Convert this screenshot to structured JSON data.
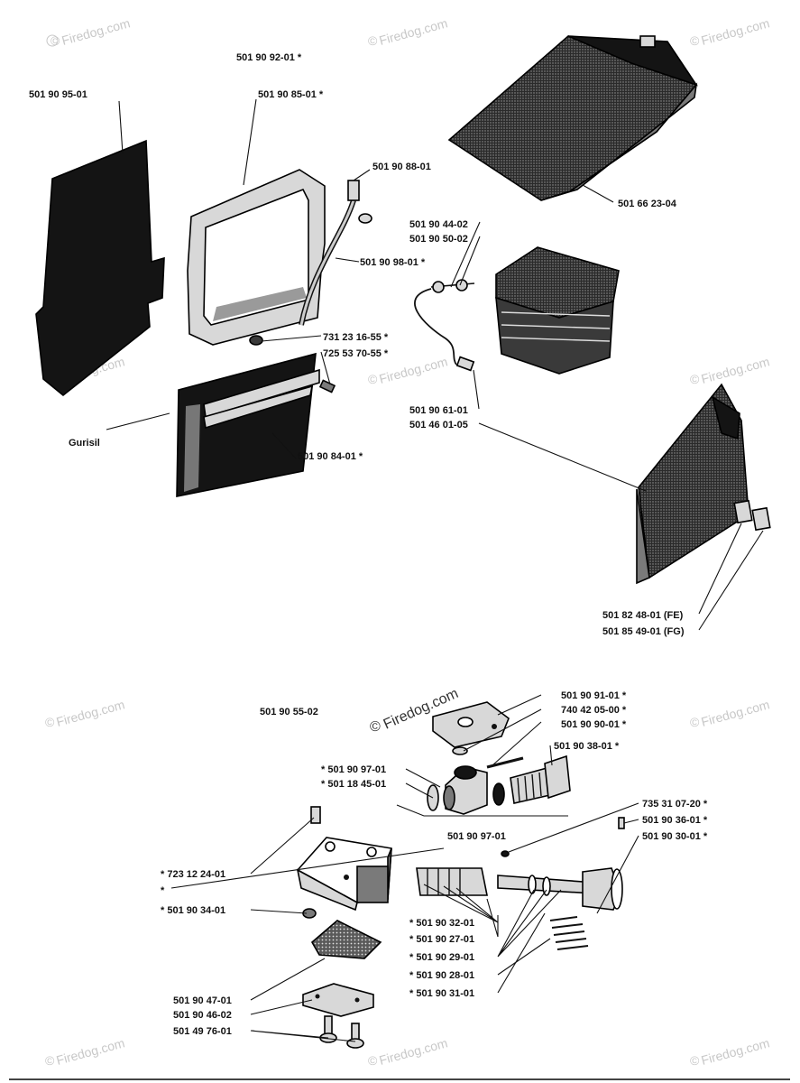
{
  "watermark": {
    "text": "Firedog.com",
    "symbol": "©"
  },
  "labels": {
    "p501909201": "501 90 92-01  *",
    "p501909501": "501 90 95-01",
    "p501908501": "501 90 85-01  *",
    "p501908801": "501 90 88-01",
    "p501909801": "501 90 98-01  *",
    "p501662304": "501 66 23-04",
    "p501904402": "501 90 44-02",
    "p501905002": "501 90 50-02",
    "p731231655": "731 23 16-55  *",
    "p725537055": "725 53 70-55  *",
    "gurisil": "Gurisil",
    "p501908401": "501 90 84-01  *",
    "p501906101": "501 90 61-01",
    "p501460105": "501 46 01-05",
    "p501824801": "501 82 48-01 (FE)",
    "p501854901": "501 85 49-01 (FG)",
    "p501905502": "501 90 55-02",
    "p501909101": "501 90 91-01  *",
    "p740420500": "740 42 05-00  *",
    "p501909001": "501 90 90-01  *",
    "p501909701a": "*  501 90 97-01",
    "p501903801": "501 90 38-01  *",
    "p501184501": "*  501 18 45-01",
    "p501909701b": "501 90 97-01",
    "p735310720": "735 31 07-20  *",
    "p501903601": "501 90 36-01  *",
    "p501903001": "501 90 30-01  *",
    "p723122401": "*  723 12 24-01",
    "star": "*",
    "p501903401": "*  501 90 34-01",
    "p501903201": "*  501 90 32-01",
    "p501902701": "*  501 90 27-01",
    "p501902901": "*  501 90 29-01",
    "p501902801": "*  501 90 28-01",
    "p501903101": "*  501 90 31-01",
    "p501904701": "501 90 47-01",
    "p501904602": "501 90 46-02",
    "p501497601": "501 49 76-01"
  }
}
